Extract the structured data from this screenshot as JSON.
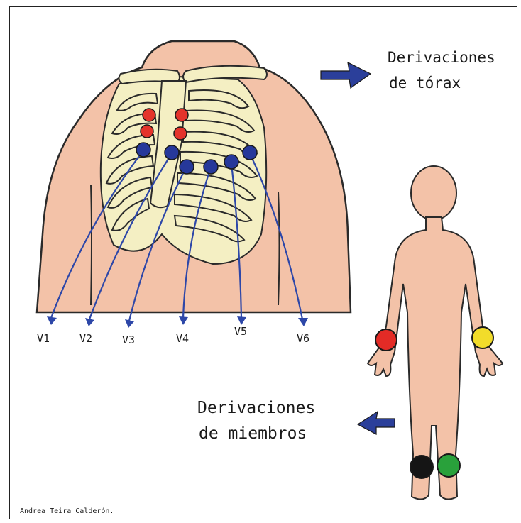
{
  "labels": {
    "thorax_line1": "Derivaciones",
    "thorax_line2": "de tórax",
    "limbs_line1": "Derivaciones",
    "limbs_line2": "de miembros",
    "author": "Andrea Teira Calderón."
  },
  "leads": [
    "V1",
    "V2",
    "V3",
    "V4",
    "V5",
    "V6"
  ],
  "colors": {
    "skin": "#f3c2a8",
    "rib": "#f4efc3",
    "outline": "#2a2a2a",
    "lead_line": "#2d47a8",
    "chest_red": "#e4332b",
    "chest_blue": "#26389a",
    "arrow": "#2b3f9a",
    "limb_red": "#e32b26",
    "limb_yellow": "#f2dc2a",
    "limb_black": "#151515",
    "limb_green": "#29a13b"
  }
}
